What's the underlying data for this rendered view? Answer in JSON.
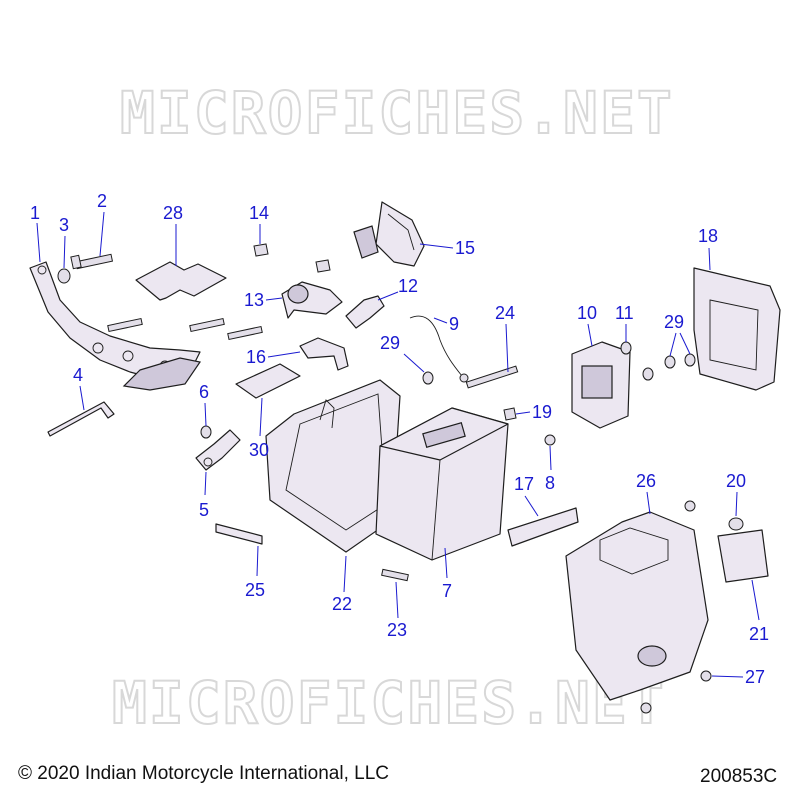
{
  "diagram": {
    "watermark": "MICROFICHES.NET",
    "copyright": "© 2020 Indian Motorcycle International, LLC",
    "drawing_number": "200853C",
    "callout_color": "#1a1ad0",
    "callouts": [
      "1",
      "2",
      "3",
      "4",
      "5",
      "6",
      "7",
      "8",
      "9",
      "10",
      "11",
      "12",
      "13",
      "14",
      "15",
      "16",
      "17",
      "18",
      "19",
      "20",
      "21",
      "22",
      "23",
      "24",
      "25",
      "26",
      "27",
      "28",
      "29",
      "29",
      "30"
    ]
  }
}
